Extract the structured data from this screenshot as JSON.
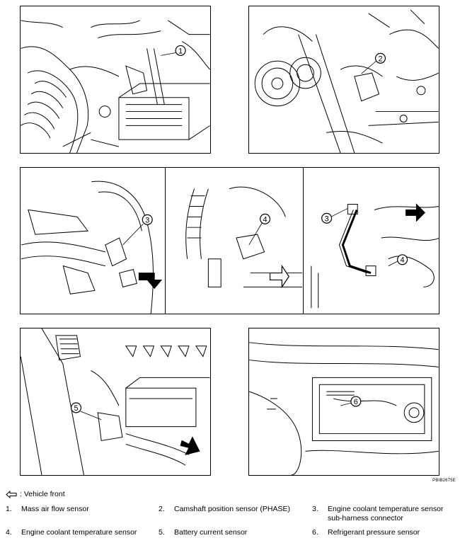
{
  "figure_code": "PBIB2675E",
  "legend": {
    "text": ": Vehicle front",
    "icon": "hollow-arrow-left-icon"
  },
  "callouts": [
    "1",
    "2",
    "3",
    "4",
    "5",
    "6"
  ],
  "parts": [
    {
      "num": "1.",
      "label": "Mass air flow sensor"
    },
    {
      "num": "2.",
      "label": "Camshaft position sensor (PHASE)"
    },
    {
      "num": "3.",
      "label": "Engine coolant temperature sensor",
      "label2": "sub-harness connector"
    },
    {
      "num": "4.",
      "label": "Engine coolant temperature sensor"
    },
    {
      "num": "5.",
      "label": "Battery current sensor"
    },
    {
      "num": "6.",
      "label": "Refrigerant pressure sensor"
    }
  ]
}
